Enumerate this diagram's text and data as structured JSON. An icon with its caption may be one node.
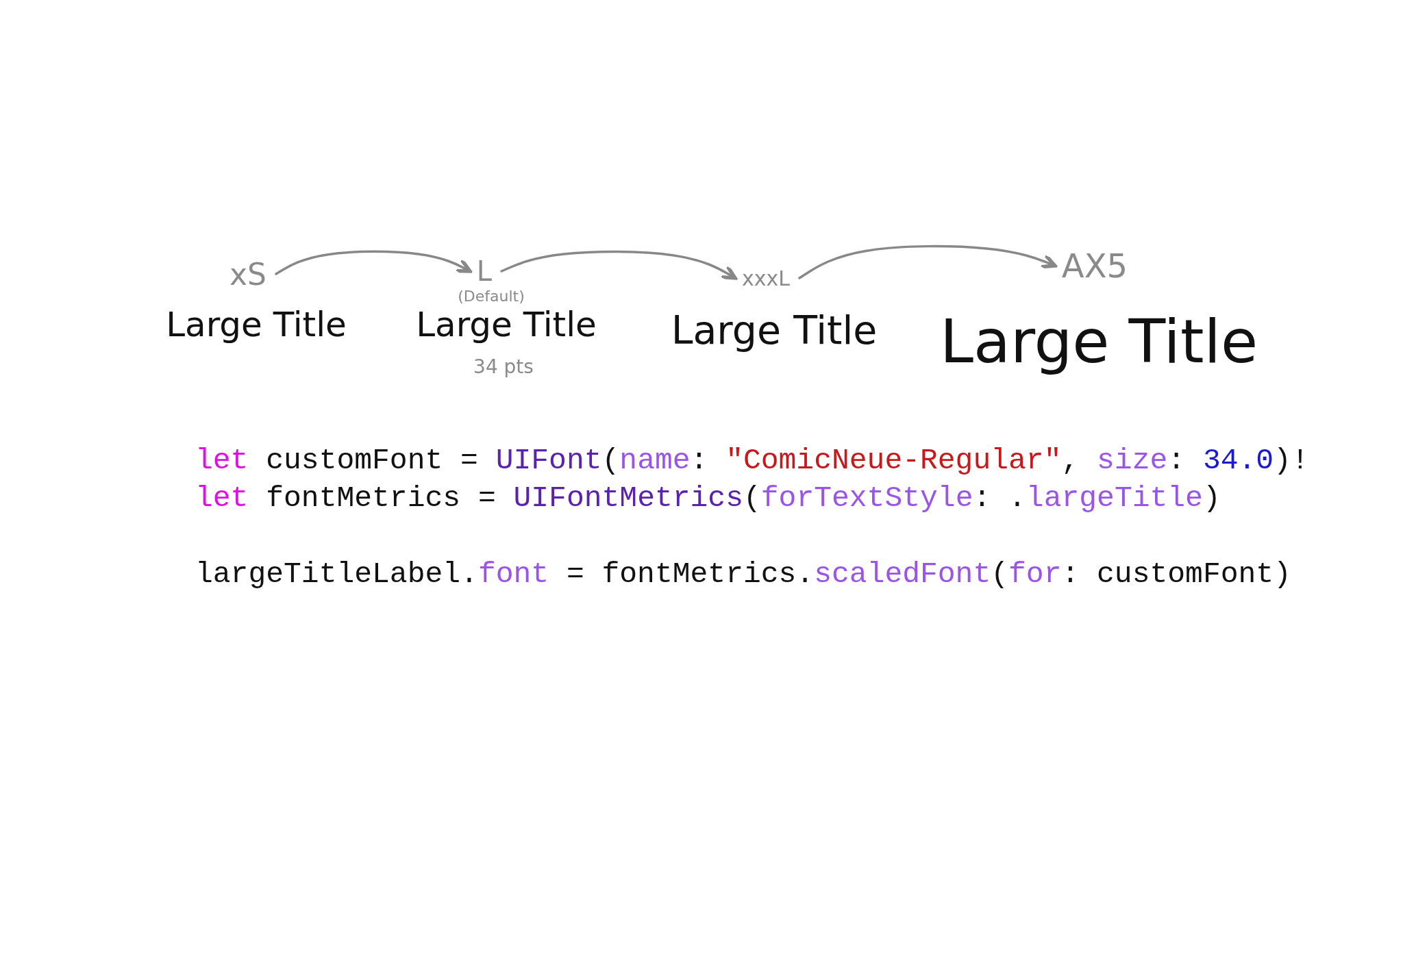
{
  "diagram": {
    "nodes": [
      {
        "text": [
          "xS"
        ]
      },
      {
        "text": [
          "L"
        ],
        "beside": [
          "(Default)"
        ]
      },
      {
        "text": [
          "xxxL"
        ]
      },
      {
        "text": [
          "AX5"
        ]
      }
    ],
    "edges": [
      {
        "from": 0,
        "to": 1,
        "arrow": "to"
      },
      {
        "from": 1,
        "to": 2,
        "arrow": "to"
      },
      {
        "from": 2,
        "to": 3,
        "arrow": "to"
      }
    ],
    "labels": [
      "Large Title",
      "Large Title",
      "Large Title",
      "Large Title",
      "34 pts",
      "let customFont = UIFont(name: \"ComicNeue-Regular\", size: 34.0)!",
      "let fontMetrics = UIFontMetrics(forTextStyle: .largeTitle)",
      "largeTitleLabel.font = fontMetrics.scaledFont(for: customFont)"
    ]
  }
}
